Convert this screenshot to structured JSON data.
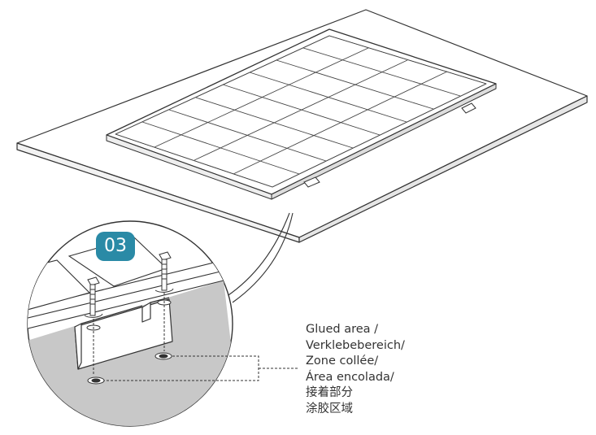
{
  "step": {
    "number": "03"
  },
  "callout": {
    "lines": [
      "Glued area /",
      "Verklebebereich/",
      "Zone collée/",
      "Área encolada/",
      "接着部分",
      "涂胶区域"
    ]
  },
  "colors": {
    "line": "#333333",
    "badge": "#2a8aa6",
    "ground": "#c8c8c8"
  }
}
